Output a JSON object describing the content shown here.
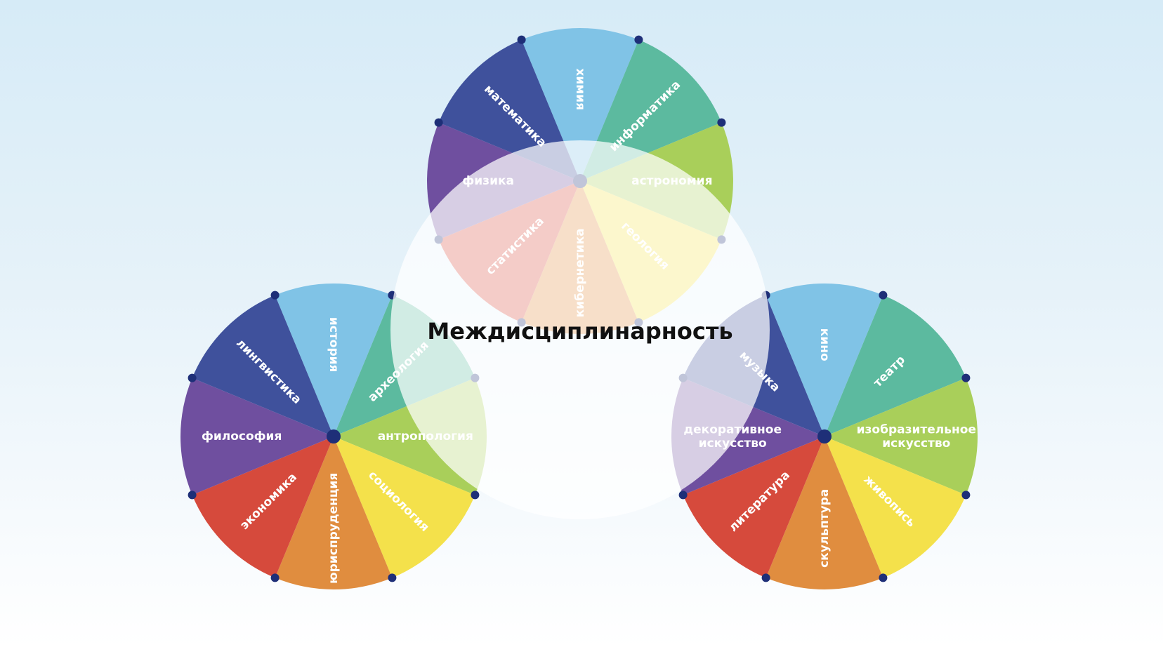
{
  "title": "Междисциплинарность",
  "colors": {
    "center_circle": "#ffffff",
    "hub_dot": "#1e2f78",
    "segment_text": "#ffffff",
    "title_text": "#111111"
  },
  "wheels": [
    {
      "id": "science",
      "segments": [
        {
          "label": "химия",
          "color": "#80c3e6"
        },
        {
          "label": "информатика",
          "color": "#5cba9f"
        },
        {
          "label": "астрономия",
          "color": "#a9cf5a"
        },
        {
          "label": "геология",
          "color": "#f4e14b"
        },
        {
          "label": "кибернетика",
          "color": "#e08d3f"
        },
        {
          "label": "статистика",
          "color": "#d64a3c"
        },
        {
          "label": "физика",
          "color": "#6f4f9f"
        },
        {
          "label": "математика",
          "color": "#3f519c"
        }
      ]
    },
    {
      "id": "humanities",
      "segments": [
        {
          "label": "история",
          "color": "#80c3e6"
        },
        {
          "label": "археология",
          "color": "#5cba9f"
        },
        {
          "label": "антропология",
          "color": "#a9cf5a"
        },
        {
          "label": "социология",
          "color": "#f4e14b"
        },
        {
          "label": "юриспруденция",
          "color": "#e08d3f"
        },
        {
          "label": "экономика",
          "color": "#d64a3c"
        },
        {
          "label": "философия",
          "color": "#6f4f9f"
        },
        {
          "label": "лингвистика",
          "color": "#3f519c"
        }
      ]
    },
    {
      "id": "arts",
      "segments": [
        {
          "label": "кино",
          "color": "#80c3e6"
        },
        {
          "label": "театр",
          "color": "#5cba9f"
        },
        {
          "label": "изобразительное искусство",
          "color": "#a9cf5a"
        },
        {
          "label": "живопись",
          "color": "#f4e14b"
        },
        {
          "label": "скульптура",
          "color": "#e08d3f"
        },
        {
          "label": "литература",
          "color": "#d64a3c"
        },
        {
          "label": "декоративное искусство",
          "color": "#6f4f9f"
        },
        {
          "label": "музыка",
          "color": "#3f519c"
        }
      ]
    }
  ]
}
